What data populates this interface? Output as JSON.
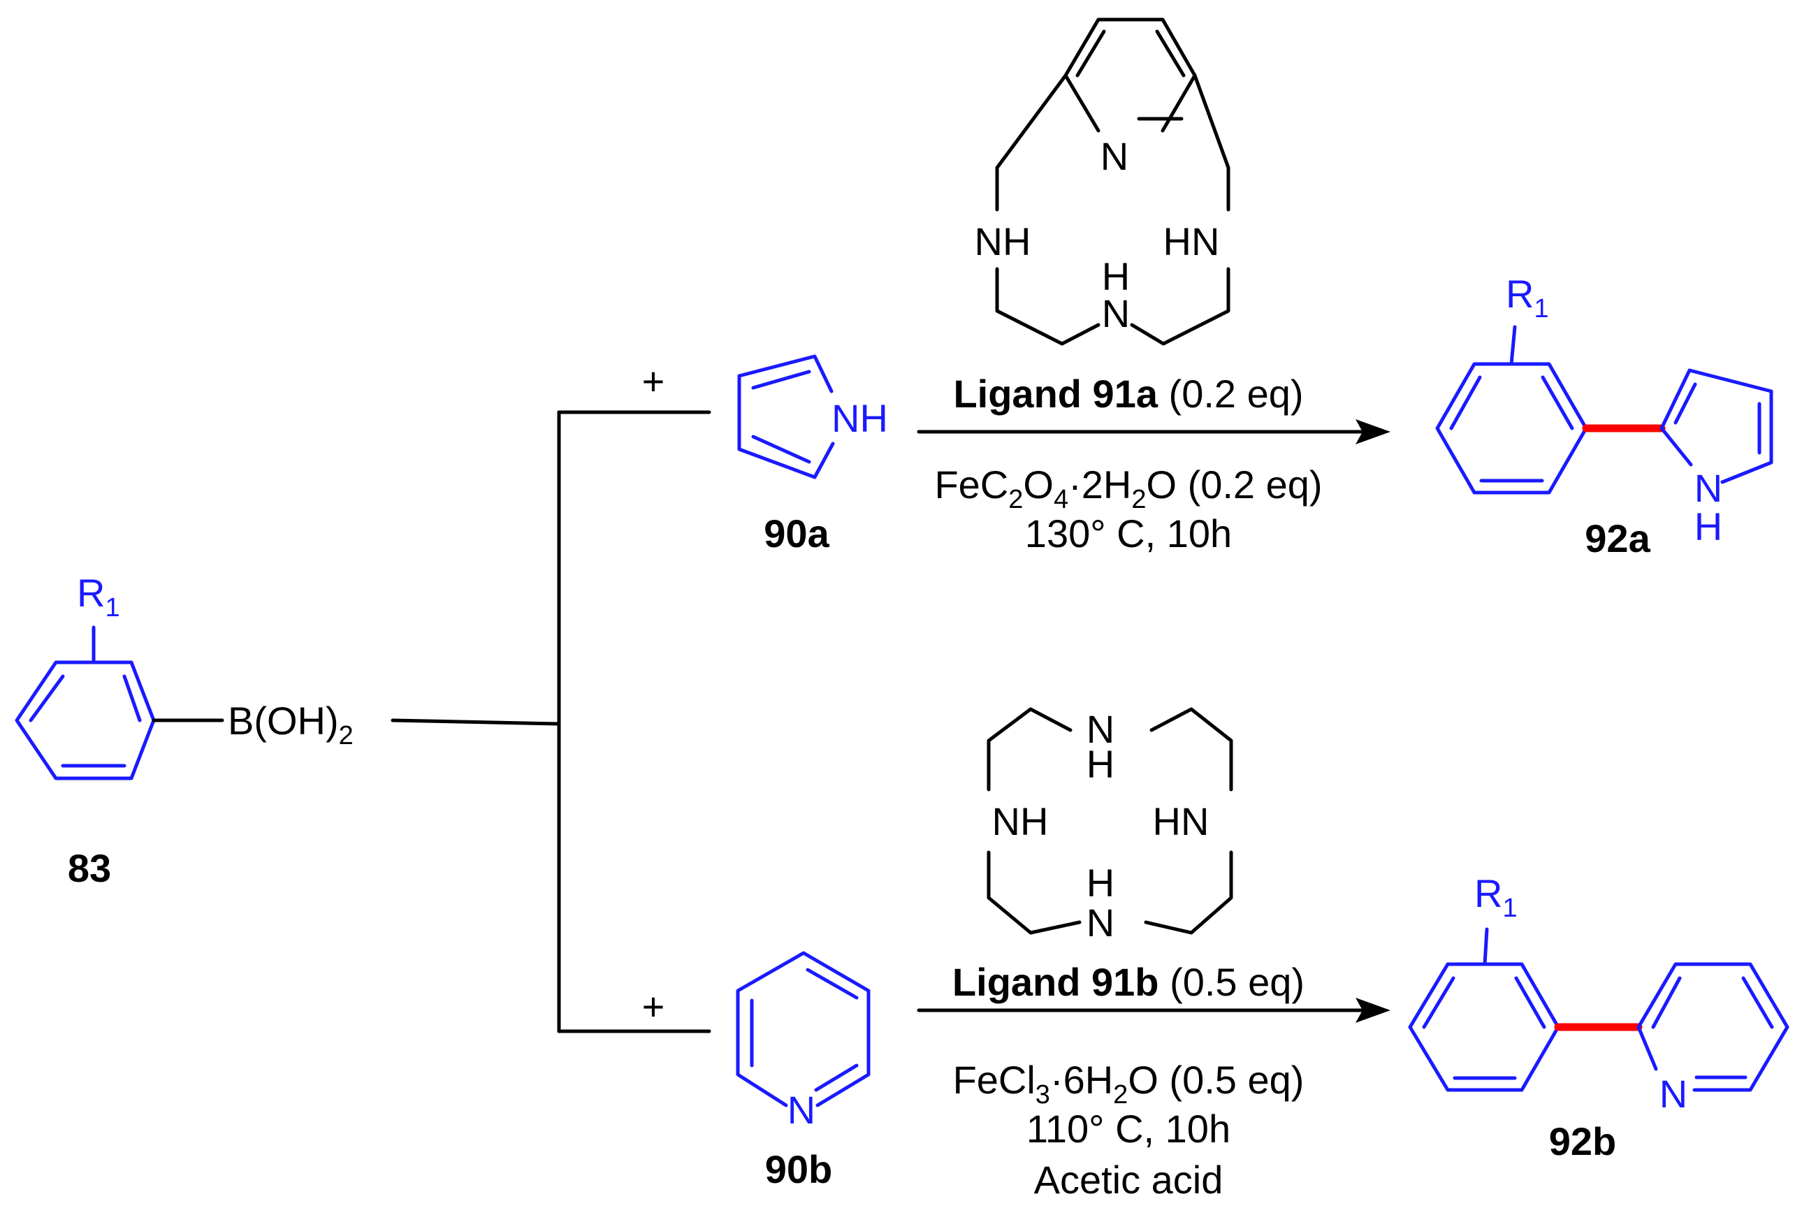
{
  "compounds": {
    "boronic_acid": {
      "id": "83",
      "substituent": "R",
      "sub_index": "1",
      "group": "B(OH)",
      "group_index": "2"
    },
    "pyrrole": {
      "id": "90a",
      "nh": "NH"
    },
    "pyridine": {
      "id": "90b",
      "n": "N"
    },
    "product_a": {
      "id": "92a",
      "substituent": "R",
      "sub_index": "1",
      "n": "N",
      "h": "H"
    },
    "product_b": {
      "id": "92b",
      "substituent": "R",
      "sub_index": "1",
      "n": "N"
    }
  },
  "ligand_a": {
    "label": "Ligand 91a",
    "amount": "(0.2 eq)",
    "atoms": {
      "pyridine_n": "N",
      "nh_left": "NH",
      "nh_right": "HN",
      "n_bottom": "N",
      "h_bottom": "H"
    }
  },
  "ligand_b": {
    "label": "Ligand 91b",
    "amount": "(0.5 eq)",
    "atoms": {
      "n_top": "N",
      "h_top": "H",
      "nh_left": "NH",
      "nh_right": "HN",
      "h_bottom": "H",
      "n_bottom": "N"
    }
  },
  "reaction_a": {
    "plus": "+",
    "reagent": {
      "pre": "FeC",
      "s1": "2",
      "mid": "O",
      "s2": "4",
      "dot": "·2H",
      "s3": "2",
      "post": "O (0.2 eq)"
    },
    "conditions": "130° C, 10h"
  },
  "reaction_b": {
    "plus": "+",
    "reagent": {
      "pre": "FeCl",
      "s1": "3",
      "dot": "·6H",
      "s2": "2",
      "post": "O (0.5 eq)"
    },
    "conditions": "110° C, 10h",
    "solvent": "Acetic acid"
  },
  "colors": {
    "reactant": "#1a1aff",
    "new_bond": "#ff0000",
    "text": "#000000"
  }
}
